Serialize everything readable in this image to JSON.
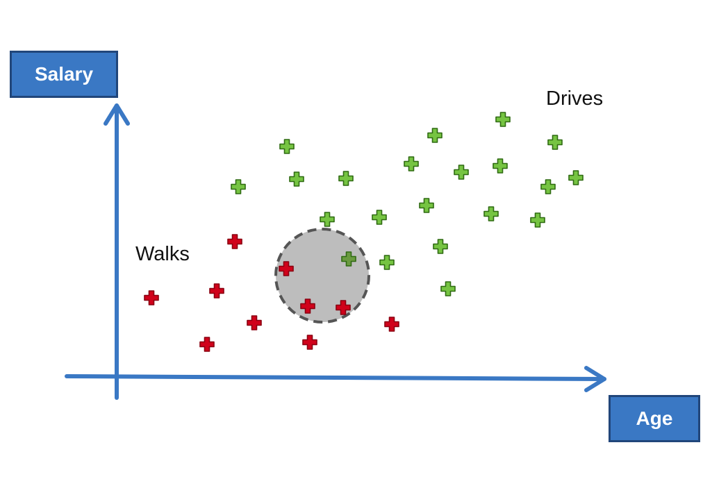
{
  "axes": {
    "y_label": "Salary",
    "x_label": "Age"
  },
  "classes": [
    {
      "label": "Walks",
      "color": "#d0021b",
      "outline": "#8a0010"
    },
    {
      "label": "Drives",
      "color": "#76c442",
      "outline": "#2f6a12"
    }
  ],
  "neighborhood": {
    "fill": "#bdbdbd",
    "border": "#555555",
    "style": "dashed"
  },
  "highlight_color": "#6a9a40",
  "points": {
    "walks": [
      [
        218,
        429
      ],
      [
        338,
        348
      ],
      [
        312,
        419
      ],
      [
        366,
        465
      ],
      [
        298,
        496
      ],
      [
        412,
        387
      ],
      [
        443,
        441
      ],
      [
        494,
        443
      ],
      [
        446,
        493
      ],
      [
        564,
        467
      ]
    ],
    "drives": [
      [
        413,
        211
      ],
      [
        343,
        269
      ],
      [
        427,
        258
      ],
      [
        498,
        257
      ],
      [
        471,
        316
      ],
      [
        546,
        313
      ],
      [
        557,
        378
      ],
      [
        502,
        373
      ],
      [
        592,
        236
      ],
      [
        626,
        195
      ],
      [
        664,
        248
      ],
      [
        614,
        296
      ],
      [
        634,
        355
      ],
      [
        645,
        416
      ],
      [
        724,
        172
      ],
      [
        720,
        239
      ],
      [
        707,
        308
      ],
      [
        799,
        205
      ],
      [
        789,
        269
      ],
      [
        829,
        256
      ],
      [
        774,
        317
      ]
    ]
  }
}
